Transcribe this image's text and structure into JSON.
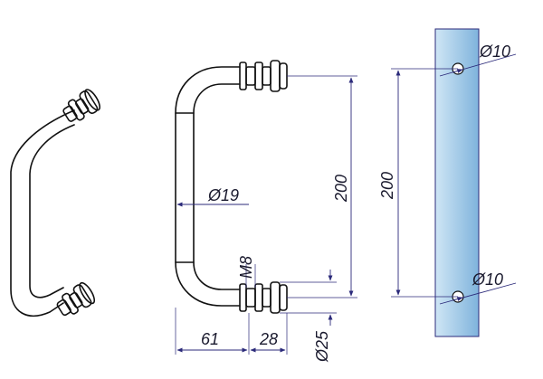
{
  "drawing": {
    "colors": {
      "outline": "#111111",
      "dimension": "#2b2a7a",
      "text": "#1a1a2e",
      "glass_light": "#cfe6f5",
      "glass_dark": "#7fb3dc"
    },
    "dimensions": {
      "handle_diameter": "Ø19",
      "center_distance": "200",
      "thread": "M8",
      "offset": "61",
      "fitting_length": "28",
      "fitting_diameter": "Ø25",
      "glass_center_distance": "200",
      "hole_top": "Ø10",
      "hole_bottom": "Ø10"
    }
  }
}
